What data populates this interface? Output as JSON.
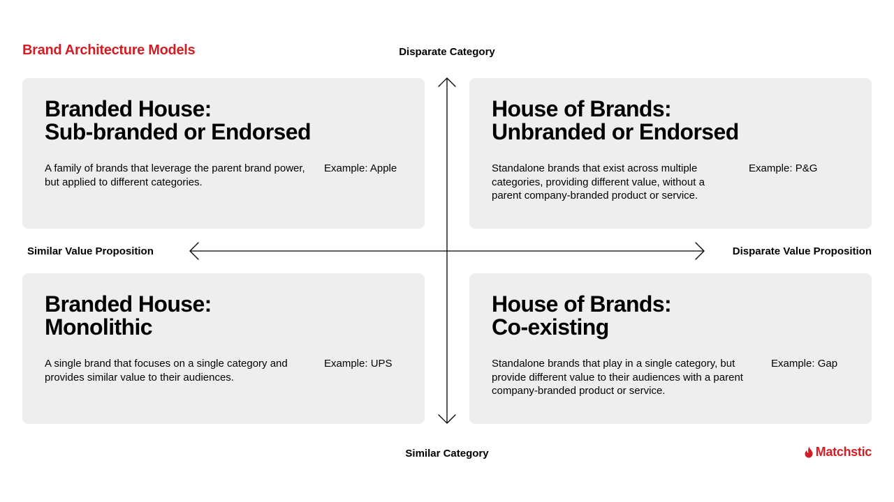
{
  "heading": "Brand Architecture Models",
  "axes": {
    "top": "Disparate Category",
    "bottom": "Similar Category",
    "left": "Similar Value Proposition",
    "right": "Disparate Value Proposition"
  },
  "quadrants": {
    "top_left": {
      "title_line1": "Branded House:",
      "title_line2": "Sub-branded or Endorsed",
      "description": "A family of brands that leverage the parent brand power, but applied to different categories.",
      "example": "Example: Apple"
    },
    "top_right": {
      "title_line1": "House of Brands:",
      "title_line2": "Unbranded or Endorsed",
      "description": "Standalone brands that exist across multiple categories, providing different value, without a parent company-branded product or service.",
      "example": "Example: P&G"
    },
    "bottom_left": {
      "title_line1": "Branded House:",
      "title_line2": "Monolithic",
      "description": "A single brand that focuses on a single category and provides similar value to their audiences.",
      "example": "Example: UPS"
    },
    "bottom_right": {
      "title_line1": "House of Brands:",
      "title_line2": "Co-existing",
      "description": "Standalone brands that play in a single category, but provide different value to their audiences with a parent company-branded product or service.",
      "example": "Example: Gap"
    }
  },
  "logo": {
    "name": "Matchstic",
    "icon": "flame-icon"
  },
  "colors": {
    "accent": "#d21d24",
    "card_background": "#eeeeee",
    "text": "#000000",
    "background": "#ffffff"
  }
}
